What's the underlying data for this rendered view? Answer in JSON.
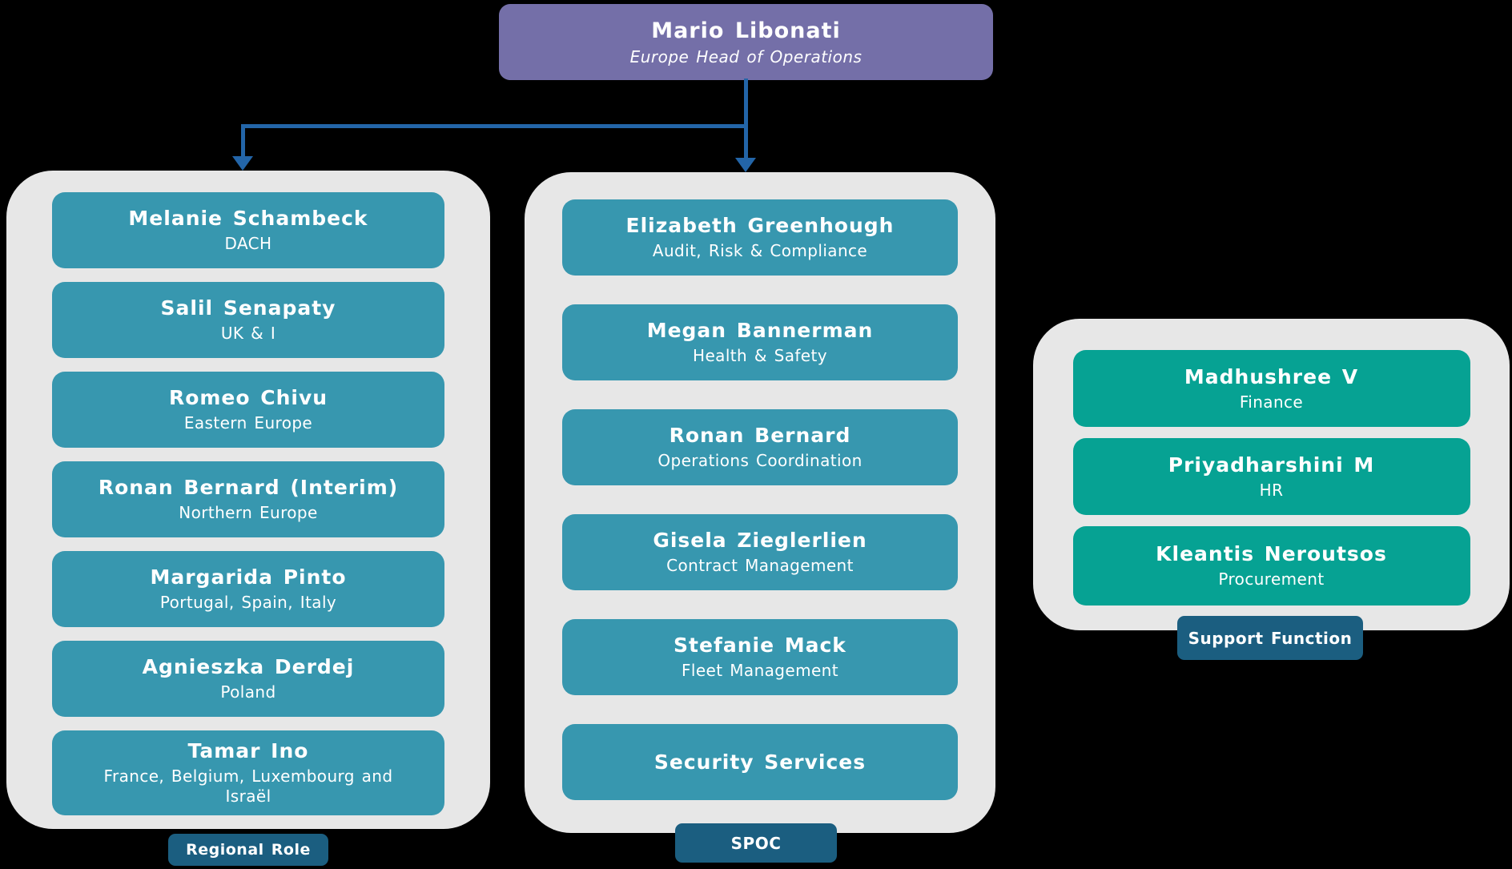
{
  "root": {
    "name": "Mario Libonati",
    "title": "Europe Head of Operations"
  },
  "groups": [
    {
      "id": "regional-role",
      "badge": "Regional Role",
      "members": [
        {
          "name": "Melanie Schambeck",
          "role": "DACH"
        },
        {
          "name": "Salil Senapaty",
          "role": "UK & I"
        },
        {
          "name": "Romeo Chivu",
          "role": "Eastern Europe"
        },
        {
          "name": "Ronan Bernard (Interim)",
          "role": "Northern Europe"
        },
        {
          "name": "Margarida Pinto",
          "role": "Portugal, Spain, Italy"
        },
        {
          "name": "Agnieszka Derdej",
          "role": "Poland"
        },
        {
          "name": "Tamar Ino",
          "role": "France, Belgium, Luxembourg and Israël"
        }
      ]
    },
    {
      "id": "spoc",
      "badge": "SPOC",
      "members": [
        {
          "name": "Elizabeth Greenhough",
          "role": "Audit, Risk & Compliance"
        },
        {
          "name": "Megan Bannerman",
          "role": "Health & Safety"
        },
        {
          "name": "Ronan Bernard",
          "role": "Operations Coordination"
        },
        {
          "name": "Gisela Zieglerlien",
          "role": "Contract Management"
        },
        {
          "name": "Stefanie Mack",
          "role": "Fleet Management"
        },
        {
          "name": "Security Services",
          "role": ""
        }
      ]
    },
    {
      "id": "support-function",
      "badge": "Support Function",
      "members": [
        {
          "name": "Madhushree V",
          "role": "Finance"
        },
        {
          "name": "Priyadharshini M",
          "role": "HR"
        },
        {
          "name": "Kleantis Neroutsos",
          "role": "Procurement"
        }
      ]
    }
  ],
  "colors": {
    "background": "#000000",
    "root_box": "#746FA8",
    "regional_card": "#3797AF",
    "spoc_card": "#3797AF",
    "support_card": "#06A293",
    "badge": "#1B5E80",
    "connector": "#2365A8",
    "group_container": "#E7E7E7",
    "text": "#FFFFFF"
  }
}
